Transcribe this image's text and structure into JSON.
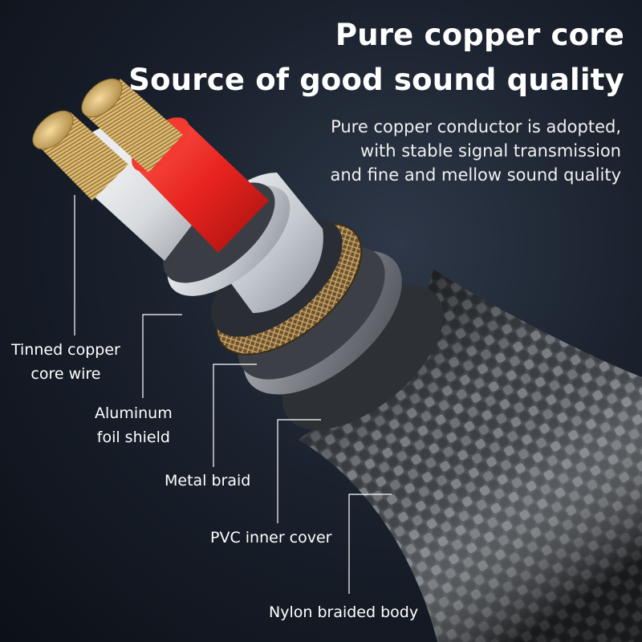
{
  "headline": {
    "line1": "Pure copper core",
    "line2": "Source of good sound quality"
  },
  "description": {
    "lines": [
      "Pure copper conductor is adopted,",
      "with stable signal transmission",
      "and fine and mellow sound quality"
    ]
  },
  "callouts": [
    {
      "lines": [
        "Tinned copper",
        "core wire"
      ]
    },
    {
      "lines": [
        "Aluminum",
        "foil shield"
      ]
    },
    {
      "lines": [
        "Metal braid"
      ]
    },
    {
      "lines": [
        "PVC inner cover"
      ]
    },
    {
      "lines": [
        "Nylon braided body"
      ]
    }
  ],
  "colors": {
    "copper": "#c9a45a",
    "red_insulation": "#e8231f",
    "aluminum_foil": "#d9dde2",
    "metal_braid": "#9a7a4a",
    "pvc_cover": "#8c9096",
    "nylon_braid": "#5a5e63",
    "text": "#ffffff"
  }
}
